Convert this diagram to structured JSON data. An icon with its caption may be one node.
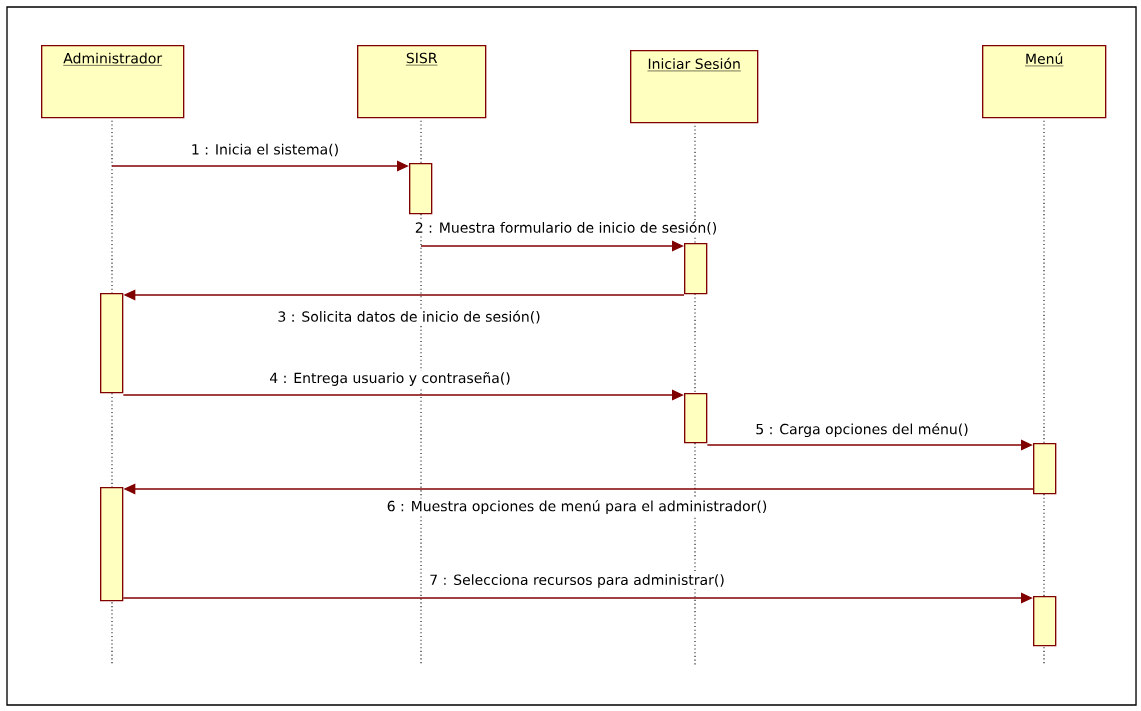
{
  "diagram": {
    "nodes": [
      {
        "text": [
          "Administrador"
        ]
      },
      {
        "text": [
          "SISR"
        ]
      },
      {
        "text": [
          "Iniciar Sesión"
        ]
      },
      {
        "text": [
          "Menú"
        ]
      },
      {
        "text": [],
        "shape": "bar"
      },
      {
        "text": [],
        "shape": "bar"
      },
      {
        "text": [],
        "shape": "bar"
      },
      {
        "text": [],
        "shape": "bar"
      },
      {
        "text": [],
        "shape": "bar"
      },
      {
        "text": [],
        "shape": "bar"
      },
      {
        "text": [],
        "shape": "bar"
      }
    ],
    "edges": [
      {
        "from": null,
        "to": 4,
        "arrow": "to",
        "label": "1 : Inicia el sistema()"
      },
      {
        "from": null,
        "to": 5,
        "arrow": "to",
        "label": "2 : Muestra formulario de inicio de sesión()"
      },
      {
        "from": 5,
        "to": 6,
        "arrow": "to",
        "label": "3 : Solicita datos de inicio de sesión()"
      },
      {
        "from": 6,
        "to": 7,
        "arrow": "to",
        "label": "4 : Entrega usuario y contraseña()"
      },
      {
        "from": 7,
        "to": 8,
        "arrow": "to",
        "label": "5 : Carga opciones del ménu()"
      },
      {
        "from": 8,
        "to": 9,
        "arrow": "to",
        "label": "6 : Muestra opciones de menú para el administrador()"
      },
      {
        "from": 9,
        "to": 10,
        "arrow": "to",
        "label": "7 : Selecciona recursos para administrar()"
      }
    ]
  }
}
